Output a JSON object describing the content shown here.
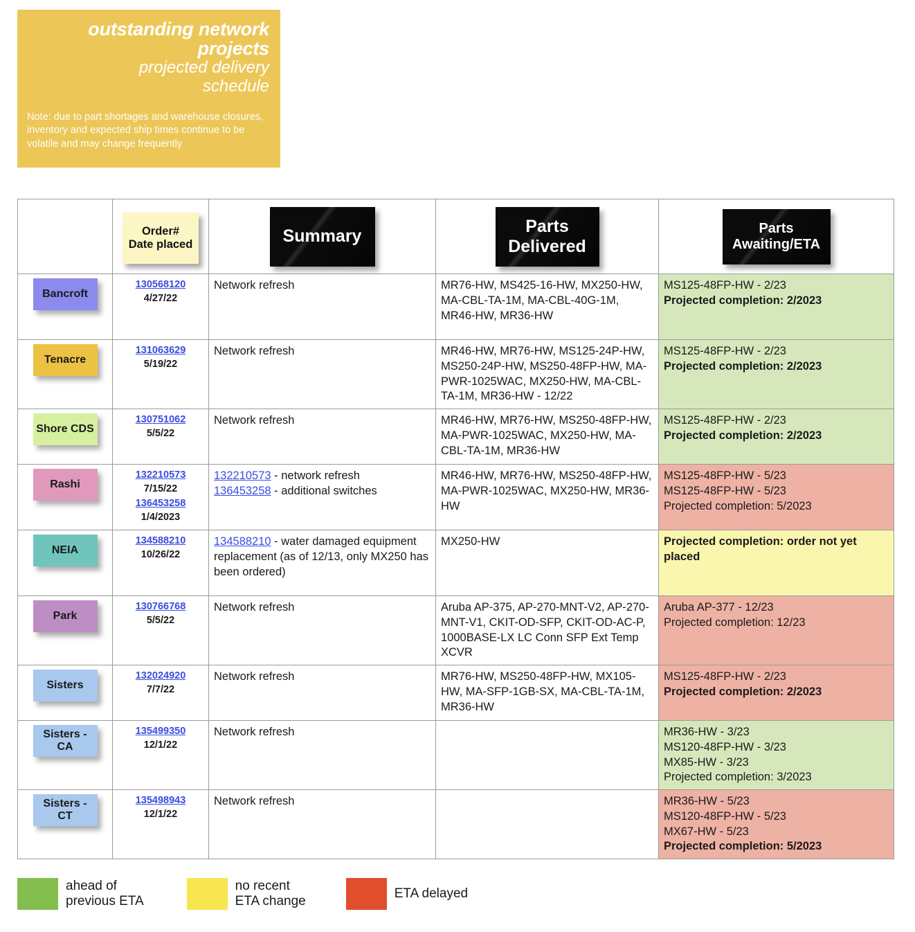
{
  "title_card": {
    "line1": "outstanding network",
    "line2": "projects",
    "line3": "projected delivery",
    "line4": "schedule",
    "note": "Note: due to part shortages and warehouse closures, inventory and expected ship times continue to be volatile and may change frequently",
    "bg_color": "#ecc758"
  },
  "table": {
    "headers": {
      "site": "",
      "order": "Order#\nDate placed",
      "order_line1": "Order#",
      "order_line2": "Date placed",
      "summary": "Summary",
      "delivered_line1": "Parts",
      "delivered_line2": "Delivered",
      "awaiting_line1": "Parts",
      "awaiting_line2": "Awaiting/ETA"
    },
    "rows": [
      {
        "site": "Bancroft",
        "site_color": "#8b8bee",
        "orders": [
          {
            "number": "130568120",
            "date": "4/27/22"
          }
        ],
        "summary_lines": [
          {
            "link": "",
            "text": "Network refresh"
          }
        ],
        "delivered": "MR76-HW, MS425-16-HW, MX250-HW, MA-CBL-TA-1M, MA-CBL-40G-1M, MR46-HW, MR36-HW",
        "awaiting_lines": [
          {
            "text": "MS125-48FP-HW - 2/23",
            "bold": false
          },
          {
            "text": "Projected completion: 2/2023",
            "bold": true
          }
        ],
        "status": "ahead",
        "status_color": "#d6e8bb"
      },
      {
        "site": "Tenacre",
        "site_color": "#ecc243",
        "orders": [
          {
            "number": "131063629",
            "date": "5/19/22"
          }
        ],
        "summary_lines": [
          {
            "link": "",
            "text": "Network refresh"
          }
        ],
        "delivered": "MR46-HW, MR76-HW, MS125-24P-HW, MS250-24P-HW, MS250-48FP-HW, MA-PWR-1025WAC, MX250-HW, MA-CBL-TA-1M, MR36-HW - 12/22",
        "awaiting_lines": [
          {
            "text": "MS125-48FP-HW - 2/23",
            "bold": false
          },
          {
            "text": "Projected completion: 2/2023",
            "bold": true
          }
        ],
        "status": "ahead",
        "status_color": "#d6e8bb"
      },
      {
        "site": "Shore CDS",
        "site_color": "#d6f0a0",
        "orders": [
          {
            "number": "130751062",
            "date": "5/5/22"
          }
        ],
        "summary_lines": [
          {
            "link": "",
            "text": "Network refresh"
          }
        ],
        "delivered": "MR46-HW, MR76-HW, MS250-48FP-HW, MA-PWR-1025WAC, MX250-HW, MA-CBL-TA-1M, MR36-HW",
        "awaiting_lines": [
          {
            "text": "MS125-48FP-HW - 2/23",
            "bold": false
          },
          {
            "text": "Projected completion: 2/2023",
            "bold": true
          }
        ],
        "status": "ahead",
        "status_color": "#d6e8bb"
      },
      {
        "site": "Rashi",
        "site_color": "#e099bb",
        "orders": [
          {
            "number": "132210573",
            "date": "7/15/22"
          },
          {
            "number": "136453258",
            "date": "1/4/2023"
          }
        ],
        "summary_lines": [
          {
            "link": "132210573",
            "text": " - network refresh"
          },
          {
            "link": "136453258",
            "text": " - additional switches"
          }
        ],
        "delivered": "MR46-HW, MR76-HW, MS250-48FP-HW, MA-PWR-1025WAC, MX250-HW, MR36-HW",
        "awaiting_lines": [
          {
            "text": "MS125-48FP-HW - 5/23",
            "bold": false
          },
          {
            "text": "MS125-48FP-HW - 5/23",
            "bold": false
          },
          {
            "text": "Projected completion: 5/2023",
            "bold": false
          }
        ],
        "status": "delayed",
        "status_color": "#eeb2a4"
      },
      {
        "site": "NEIA",
        "site_color": "#6fc5bc",
        "orders": [
          {
            "number": "134588210",
            "date": "10/26/22"
          }
        ],
        "summary_lines": [
          {
            "link": "134588210",
            "text": " - water damaged equipment replacement (as of 12/13, only MX250 has been ordered)"
          }
        ],
        "delivered": "MX250-HW",
        "awaiting_lines": [
          {
            "text": "Projected completion: order not yet placed",
            "bold": true
          }
        ],
        "status": "no-change",
        "status_color": "#fbf6ae"
      },
      {
        "site": "Park",
        "site_color": "#bd8ec4",
        "orders": [
          {
            "number": "130766768",
            "date": "5/5/22"
          }
        ],
        "summary_lines": [
          {
            "link": "",
            "text": "Network refresh"
          }
        ],
        "delivered": "Aruba AP-375, AP-270-MNT-V2, AP-270-MNT-V1, CKIT-OD-SFP, CKIT-OD-AC-P, 1000BASE-LX LC Conn SFP Ext Temp XCVR",
        "awaiting_lines": [
          {
            "text": "Aruba AP-377 - 12/23",
            "bold": false
          },
          {
            "text": "Projected completion: 12/23",
            "bold": false
          }
        ],
        "status": "delayed",
        "status_color": "#eeb2a4"
      },
      {
        "site": "Sisters",
        "site_color": "#a8c8ee",
        "orders": [
          {
            "number": "132024920",
            "date": "7/7/22"
          }
        ],
        "summary_lines": [
          {
            "link": "",
            "text": "Network refresh"
          }
        ],
        "delivered": "MR76-HW, MS250-48FP-HW, MX105-HW, MA-SFP-1GB-SX, MA-CBL-TA-1M, MR36-HW",
        "awaiting_lines": [
          {
            "text": "MS125-48FP-HW - 2/23",
            "bold": false
          },
          {
            "text": "Projected completion: 2/2023",
            "bold": true
          }
        ],
        "status": "delayed",
        "status_color": "#eeb2a4"
      },
      {
        "site": "Sisters - CA",
        "site_color": "#a8c8ee",
        "orders": [
          {
            "number": "135499350",
            "date": "12/1/22"
          }
        ],
        "summary_lines": [
          {
            "link": "",
            "text": "Network refresh"
          }
        ],
        "delivered": "",
        "awaiting_lines": [
          {
            "text": "MR36-HW - 3/23",
            "bold": false
          },
          {
            "text": "MS120-48FP-HW - 3/23",
            "bold": false
          },
          {
            "text": "MX85-HW - 3/23",
            "bold": false
          },
          {
            "text": "Projected completion: 3/2023",
            "bold": false
          }
        ],
        "status": "ahead",
        "status_color": "#d6e8bb"
      },
      {
        "site": "Sisters - CT",
        "site_color": "#a8c8ee",
        "orders": [
          {
            "number": "135498943",
            "date": "12/1/22"
          }
        ],
        "summary_lines": [
          {
            "link": "",
            "text": "Network refresh"
          }
        ],
        "delivered": "",
        "awaiting_lines": [
          {
            "text": "MR36-HW - 5/23",
            "bold": false
          },
          {
            "text": "MS120-48FP-HW - 5/23",
            "bold": false
          },
          {
            "text": "MX67-HW - 5/23",
            "bold": false
          },
          {
            "text": "Projected completion: 5/2023",
            "bold": true
          }
        ],
        "status": "delayed",
        "status_color": "#eeb2a4"
      }
    ]
  },
  "legend": [
    {
      "label": "ahead of\nprevious ETA",
      "color": "#82bd4e"
    },
    {
      "label": "no recent\nETA change",
      "color": "#f7e650"
    },
    {
      "label": "ETA delayed",
      "color": "#e04e2c"
    }
  ]
}
